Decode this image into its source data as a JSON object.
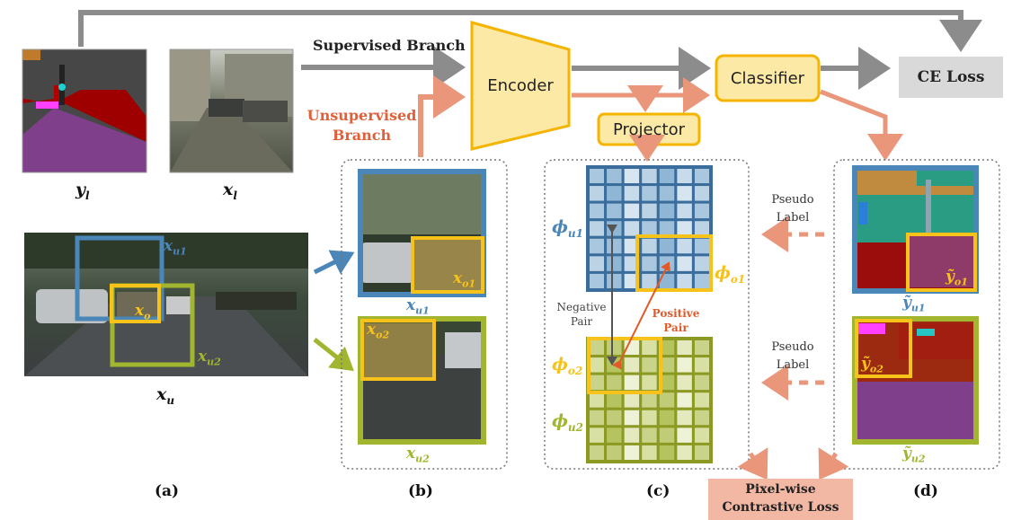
{
  "branches": {
    "supervised": "Supervised Branch",
    "unsupervised": "Unsupervised Branch"
  },
  "blocks": {
    "encoder": "Encoder",
    "classifier": "Classifier",
    "projector": "Projector",
    "ce_loss": "CE Loss",
    "contrastive_loss": "Pixel-wise Contrastive Loss"
  },
  "math": {
    "y_l": "y",
    "y_l_sub": "l",
    "x_l": "x",
    "x_l_sub": "l",
    "x_u": "x",
    "x_u_sub": "u",
    "x_u1": "x",
    "x_u1_sub": "u1",
    "x_u2": "x",
    "x_u2_sub": "u2",
    "x_o": "x",
    "x_o_sub": "o",
    "x_o1": "x",
    "x_o1_sub": "o1",
    "x_o2": "x",
    "x_o2_sub": "o2",
    "phi_u1": "ϕ",
    "phi_u1_sub": "u1",
    "phi_u2": "ϕ",
    "phi_u2_sub": "u2",
    "phi_o1": "ϕ",
    "phi_o1_sub": "o1",
    "phi_o2": "ϕ",
    "phi_o2_sub": "o2",
    "ty_u1": "ỹ",
    "ty_u1_sub": "u1",
    "ty_u2": "ỹ",
    "ty_u2_sub": "u2",
    "ty_o1": "ỹ",
    "ty_o1_sub": "o1",
    "ty_o2": "ỹ",
    "ty_o2_sub": "o2"
  },
  "pairs": {
    "negative": "Negative Pair",
    "positive": "Positive Pair"
  },
  "pseudo_label": "Pseudo Label",
  "panels": [
    "(a)",
    "(b)",
    "(c)",
    "(d)"
  ],
  "colors": {
    "gray_arrow": "#8c8c8c",
    "orange_arrow": "#e9967a",
    "encoder_fill": "#fde9a6",
    "block_border": "#f4b400",
    "u1_blue": "#4a86b8",
    "u2_olive": "#a2b52e",
    "o_yellow": "#f7c21a",
    "ce_gray": "#d9d9d9",
    "loss_pink": "#f2b8a4",
    "red_label": "#e06030"
  }
}
